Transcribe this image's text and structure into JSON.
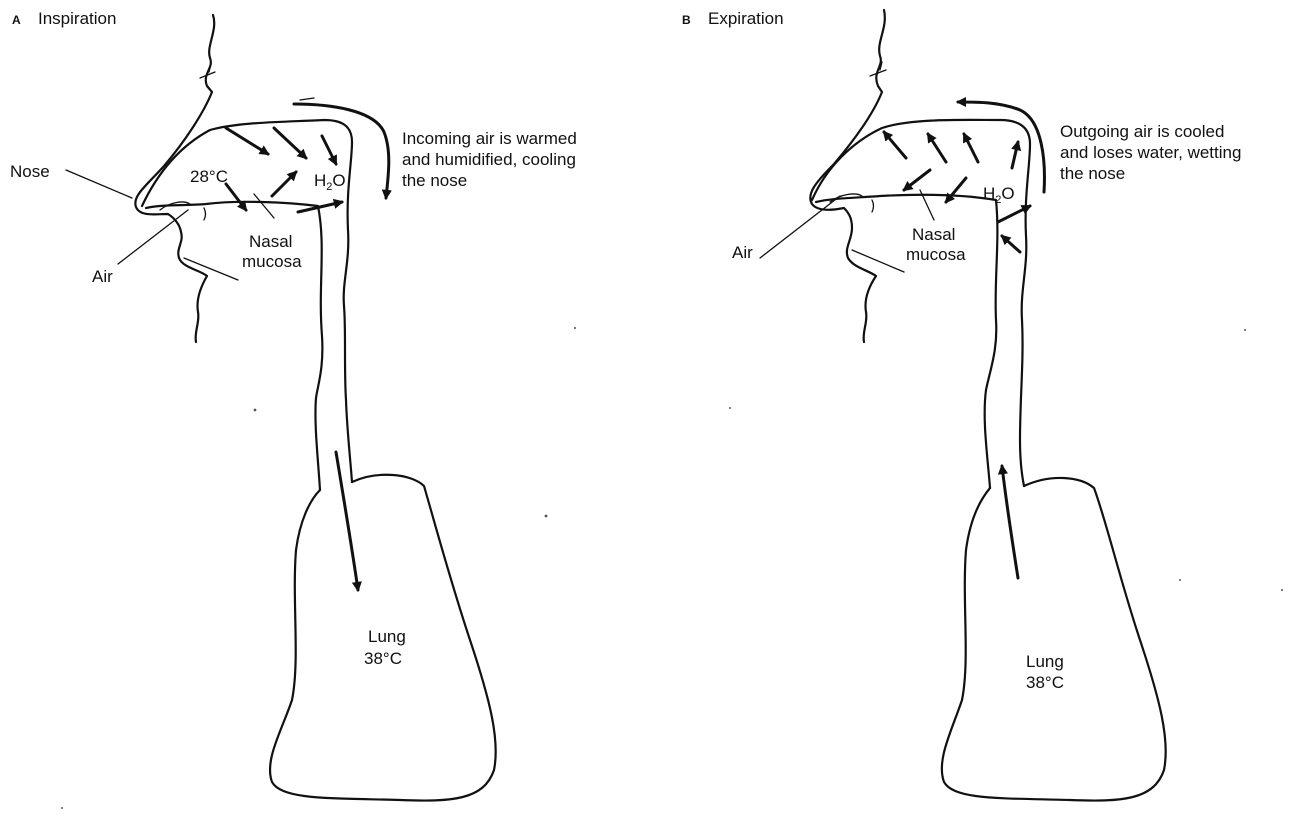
{
  "panels": [
    {
      "letter": "A",
      "title": "Inspiration",
      "caption_lines": [
        "Incoming air is warmed",
        "and humidified, cooling",
        "the nose"
      ],
      "labels": {
        "nose": "Nose",
        "air": "Air",
        "temperature": "28°C",
        "water_main": "H",
        "water_sub": "2",
        "water_tail": "O",
        "mucosa_line1": "Nasal",
        "mucosa_line2": "mucosa",
        "lung_line1": "Lung",
        "lung_line2": "38°C"
      }
    },
    {
      "letter": "B",
      "title": "Expiration",
      "caption_lines": [
        "Outgoing air is cooled",
        "and loses water, wetting",
        "the nose"
      ],
      "labels": {
        "air": "Air",
        "water_main": "H",
        "water_sub": "2",
        "water_tail": "O",
        "mucosa_line1": "Nasal",
        "mucosa_line2": "mucosa",
        "lung_line1": "Lung",
        "lung_line2": "38°C"
      }
    }
  ],
  "colors": {
    "ink": "#111111",
    "background": "#ffffff"
  }
}
